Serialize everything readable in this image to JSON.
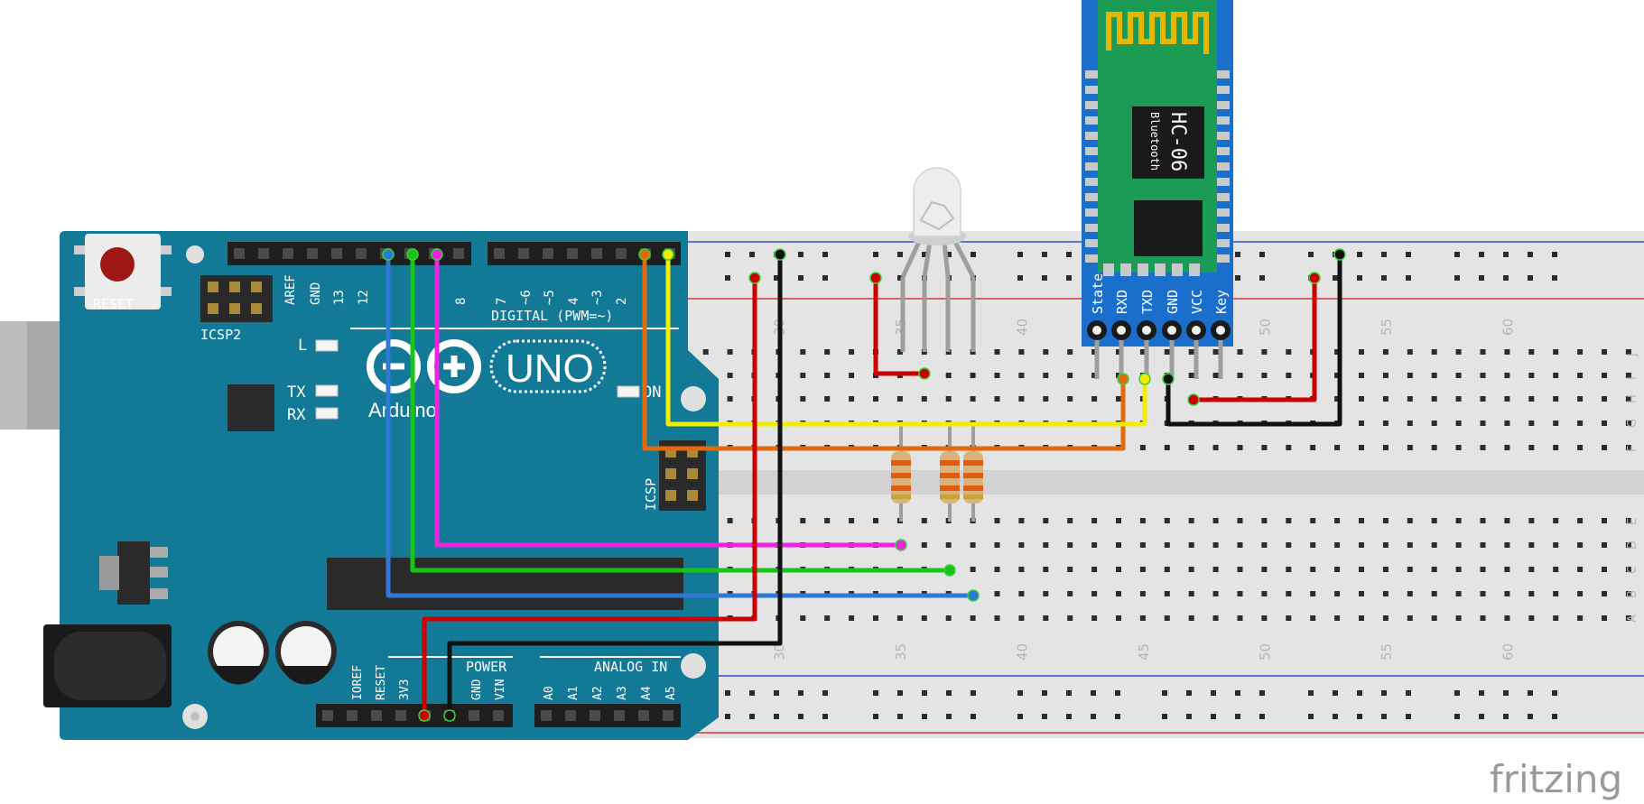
{
  "watermark": "fritzing",
  "colors": {
    "board": "#127a96",
    "board_dark": "#0c5f76",
    "breadboard": "#e4e4e4",
    "rail_red": "#d9353a",
    "rail_blue": "#2b51c9",
    "bt_module": "#1a6fcc",
    "bt_pcb": "#1c9b57",
    "wire_red": "#cc0000",
    "wire_black": "#111111",
    "wire_yellow": "#f2ee00",
    "wire_orange": "#e36a0c",
    "wire_blue": "#2f78d6",
    "wire_green": "#17c417",
    "wire_magenta": "#ee22e0"
  },
  "arduino": {
    "logo_text": "UNO",
    "brand": "Arduino",
    "reset_label": "RESET",
    "icsp2_label": "ICSP2",
    "icsp_label": "ICSP",
    "digital_label": "DIGITAL (PWM=~)",
    "power_label": "POWER",
    "analog_label": "ANALOG IN",
    "led_labels": [
      "L",
      "TX",
      "RX",
      "ON"
    ],
    "top_pin_labels": [
      "AREF",
      "GND",
      "13",
      "12",
      "8",
      "7",
      "~6",
      "~5",
      "4",
      "~3",
      "2"
    ],
    "power_pin_labels": [
      "IOREF",
      "RESET",
      "3V3",
      "GND",
      "VIN"
    ],
    "analog_pin_labels": [
      "A0",
      "A1",
      "A2",
      "A3",
      "A4",
      "A5"
    ]
  },
  "breadboard": {
    "column_numbers": [
      "30",
      "35",
      "40",
      "45",
      "50",
      "55",
      "60"
    ],
    "row_letters_top": [
      "J",
      "I",
      "H",
      "G",
      "F"
    ],
    "row_letters_bottom": [
      "E",
      "D",
      "C",
      "B",
      "A"
    ]
  },
  "bluetooth": {
    "chip_title": "HC-06",
    "chip_subtitle": "Bluetooth",
    "pin_labels": [
      "State",
      "RXD",
      "TXD",
      "GND",
      "VCC",
      "Key"
    ]
  },
  "components": {
    "led": "RGB LED",
    "resistors": [
      "resistor-1",
      "resistor-2",
      "resistor-3"
    ]
  }
}
